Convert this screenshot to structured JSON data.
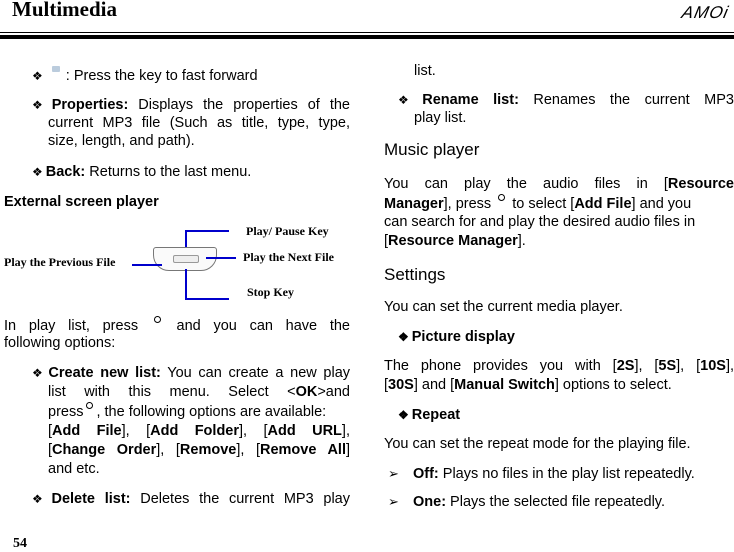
{
  "header": {
    "title": "Multimedia",
    "logo": "AMOi"
  },
  "footer": {
    "page_number": "54"
  },
  "left": {
    "ff_line": ": Press the key to fast forward",
    "properties": {
      "label": "Properties:",
      "l1": " Displays the properties of the",
      "l2": "current MP3 file (Such as title, type, type,",
      "l3": "size, length, and path)."
    },
    "back": {
      "label": "Back:",
      "text": " Returns to the last menu."
    },
    "external_heading": "External screen player",
    "diagram": {
      "play_pause": "Play/ Pause Key",
      "previous": "Play the Previous File",
      "next": "Play the Next File",
      "stop": "Stop Key"
    },
    "playlist_intro": {
      "l1a": "In play list, press",
      "l1b": "and you can have the",
      "l2": "following options:"
    },
    "create": {
      "label": "Create new list:",
      "l1": " You can create a new play",
      "l2a": "list with this menu. Select <",
      "ok": "OK",
      "l2b": ">and",
      "l3a": "press",
      "l3b": ", the following options are available:",
      "opt_add_file": "Add File",
      "opt_add_folder": "Add Folder",
      "opt_add_url": "Add URL",
      "opt_change_order": "Change Order",
      "opt_remove": "Remove",
      "opt_remove_all": "Remove All",
      "tail": "and etc."
    },
    "delete": {
      "label": "Delete list:",
      "text": " Deletes the current MP3 play"
    }
  },
  "right": {
    "delete_cont": "list.",
    "rename": {
      "label": "Rename list:",
      "l1": " Renames the current MP3",
      "l2": "play list."
    },
    "music_heading": "Music player",
    "music": {
      "l1a": "You can play the audio files in [",
      "rm": "Resource",
      "rm2": "Manager",
      "l2a": "], press",
      "l2b": " to select [",
      "add_file": "Add File",
      "l2c": "] and you",
      "l3": "can search for and play the desired audio files in",
      "l4a": "[",
      "rm_full": "Resource Manager",
      "l4b": "]."
    },
    "settings_heading": "Settings",
    "settings_text": "You can set the current media player.",
    "picture_display": "Picture display",
    "pd": {
      "a": "The phone provides you with [",
      "o1": "2S",
      "o2": "5S",
      "o3": "10S",
      "o4": "30S",
      "o5": "Manual Switch",
      "tail": "] options to select."
    },
    "repeat": "Repeat",
    "repeat_text": "You can set the repeat mode for the playing file.",
    "off": {
      "label": "Off:",
      "text": " Plays no files in the play list repeatedly."
    },
    "one": {
      "label": "One:",
      "text": " Plays the selected file repeatedly."
    }
  }
}
